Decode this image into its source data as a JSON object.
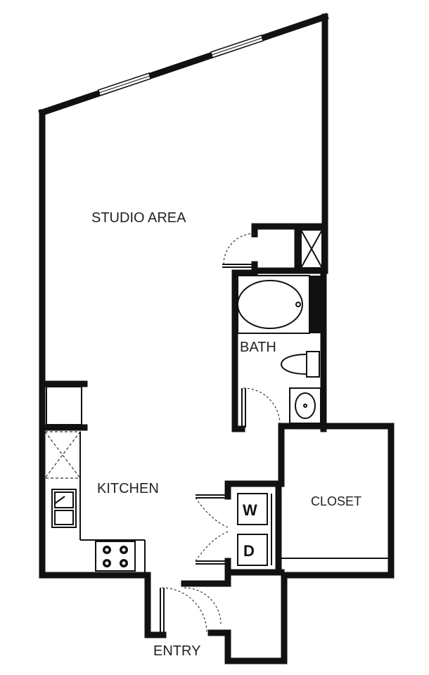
{
  "plan": {
    "rooms": {
      "studio_area": "STUDIO AREA",
      "bath": "BATH",
      "kitchen": "KITCHEN",
      "closet": "CLOSET",
      "entry": "ENTRY"
    },
    "appliances": {
      "washer": "W",
      "dryer": "D"
    },
    "colors": {
      "wall": "#111111",
      "background": "#ffffff"
    }
  }
}
